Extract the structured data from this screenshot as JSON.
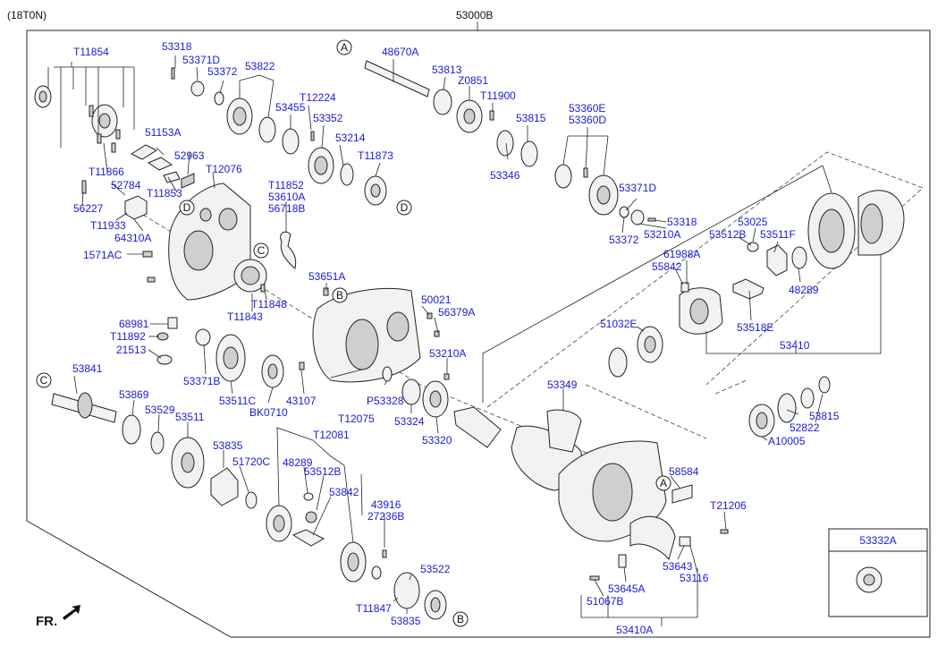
{
  "header": {
    "variant": "(18T0N)",
    "assembly": "53000B"
  },
  "footer": {
    "direction_label": "FR."
  },
  "callouts": {
    "a1": "A",
    "a2": "A",
    "b1": "B",
    "b2": "B",
    "c1": "C",
    "c2": "C",
    "d1": "D",
    "d2": "D"
  },
  "inset": {
    "title": "53332A"
  },
  "parts": {
    "p1": "T11854",
    "p2": "53318",
    "p3": "53371D",
    "p4": "53372",
    "p5": "53822",
    "p6": "48670A",
    "p7": "53813",
    "p8": "Z0851",
    "p9": "T11900",
    "p10": "53815",
    "p11": "53360E",
    "p12": "53360D",
    "p13": "T12224",
    "p14": "53455",
    "p15": "53352",
    "p16": "53214",
    "p17": "T11873",
    "p18": "53346",
    "p19": "51153A",
    "p20": "T11866",
    "p21": "52963",
    "p22": "T12076",
    "p23": "52784",
    "p24": "T11853",
    "p25": "56227",
    "p26": "T11933",
    "p27": "64310A",
    "p28": "T11852",
    "p29": "53610A",
    "p30": "56718B",
    "p31": "53371D",
    "p32": "53372",
    "p33": "53318",
    "p34": "53210A",
    "p35": "53025",
    "p36": "53512B",
    "p37": "53511F",
    "p38": "61988A",
    "p39": "55842",
    "p40": "48289",
    "p41": "1571AC",
    "p42": "53651A",
    "p43": "50021",
    "p44": "56379A",
    "p45": "T11848",
    "p46": "T11843",
    "p47": "68981",
    "p48": "T11892",
    "p49": "21513",
    "p50": "51032E",
    "p51": "53518E",
    "p52": "53410",
    "p53": "53210A",
    "p54": "53841",
    "p55": "53371B",
    "p56": "53511C",
    "p57": "BK0710",
    "p58": "43107",
    "p59": "P53328",
    "p60": "T12075",
    "p61": "53324",
    "p62": "53349",
    "p63": "53320",
    "p64": "53869",
    "p65": "53529",
    "p66": "53511",
    "p67": "T12081",
    "p68": "53835",
    "p69": "51720C",
    "p70": "48289",
    "p71": "53512B",
    "p72": "53842",
    "p73": "43916",
    "p74": "27236B",
    "p75": "53815",
    "p76": "52822",
    "p77": "A10005",
    "p78": "58584",
    "p79": "T21206",
    "p80": "53643",
    "p81": "53116",
    "p82": "53645A",
    "p83": "51067B",
    "p84": "53522",
    "p85": "T11847",
    "p86": "53835",
    "p87": "53410A"
  }
}
